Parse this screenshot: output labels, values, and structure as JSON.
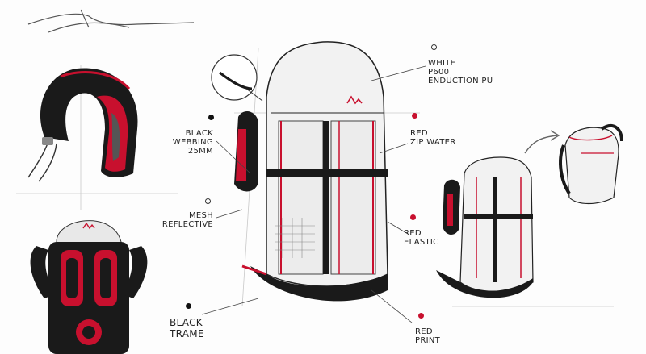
{
  "labels": {
    "white_fabric": [
      "WHITE",
      "P600",
      "ENDUCTION PU"
    ],
    "black_webbing": [
      "BLACK",
      "WEBBING",
      "25MM"
    ],
    "red_zip": [
      "RED",
      "ZIP WATER"
    ],
    "mesh": [
      "MESH",
      "REFLECTIVE"
    ],
    "red_elastic": [
      "RED",
      "ELASTIC"
    ],
    "black_frame": [
      "BLACK",
      "TRAME"
    ],
    "red_print": [
      "RED",
      "PRINT"
    ]
  },
  "colors": {
    "accent": "#c8102e",
    "dark": "#1a1a1a",
    "shell": "#f2f2f2",
    "ink": "#222222"
  },
  "icons": [
    "brand-logo-icon",
    "arrow-icon",
    "bullet-dot-icon"
  ]
}
